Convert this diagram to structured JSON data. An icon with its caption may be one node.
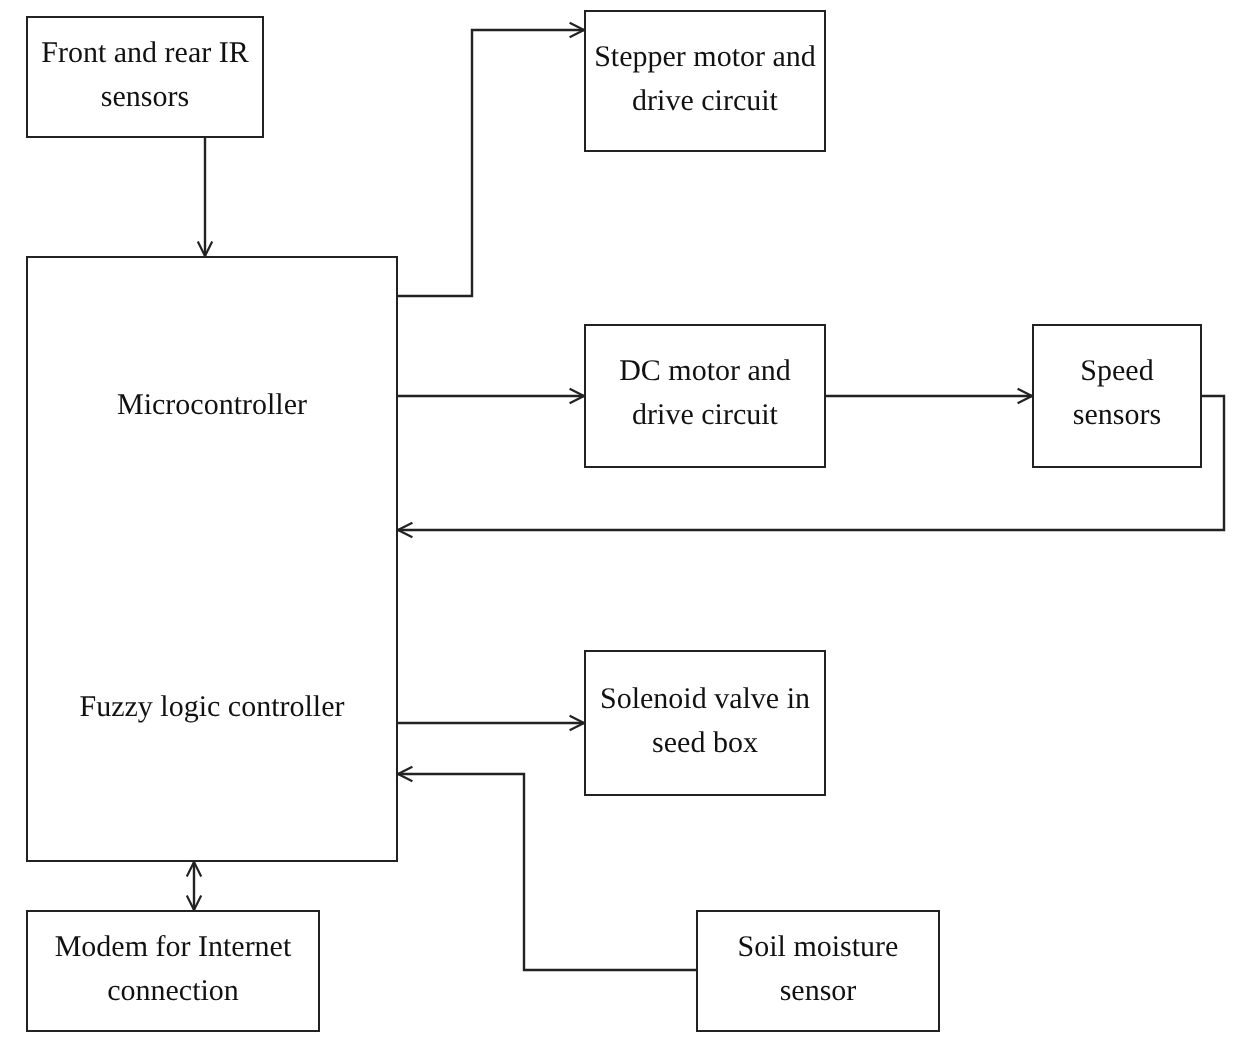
{
  "diagram": {
    "nodes": [
      {
        "text": [
          "Front and rear IR sensors"
        ]
      },
      {
        "text": [
          "Microcontroller",
          "Fuzzy logic controller"
        ]
      },
      {
        "text": [
          "Stepper motor and drive circuit"
        ]
      },
      {
        "text": [
          "DC motor and drive circuit"
        ]
      },
      {
        "text": [
          "Speed sensors"
        ]
      },
      {
        "text": [
          "Solenoid valve in seed box"
        ]
      },
      {
        "text": [
          "Modem for Internet connection"
        ]
      },
      {
        "text": [
          "Soil moisture sensor"
        ]
      }
    ],
    "edges": [
      {
        "from": 0,
        "to": 1,
        "arrow": "to"
      },
      {
        "from": 1,
        "to": 2,
        "arrow": "to"
      },
      {
        "from": 1,
        "to": 3,
        "arrow": "to"
      },
      {
        "from": 3,
        "to": 4,
        "arrow": "to"
      },
      {
        "from": 4,
        "to": 1,
        "arrow": "to"
      },
      {
        "from": 1,
        "to": 5,
        "arrow": "to"
      },
      {
        "from": 1,
        "to": 6,
        "arrow": "both"
      },
      {
        "from": 7,
        "to": 1,
        "arrow": "to"
      }
    ]
  }
}
